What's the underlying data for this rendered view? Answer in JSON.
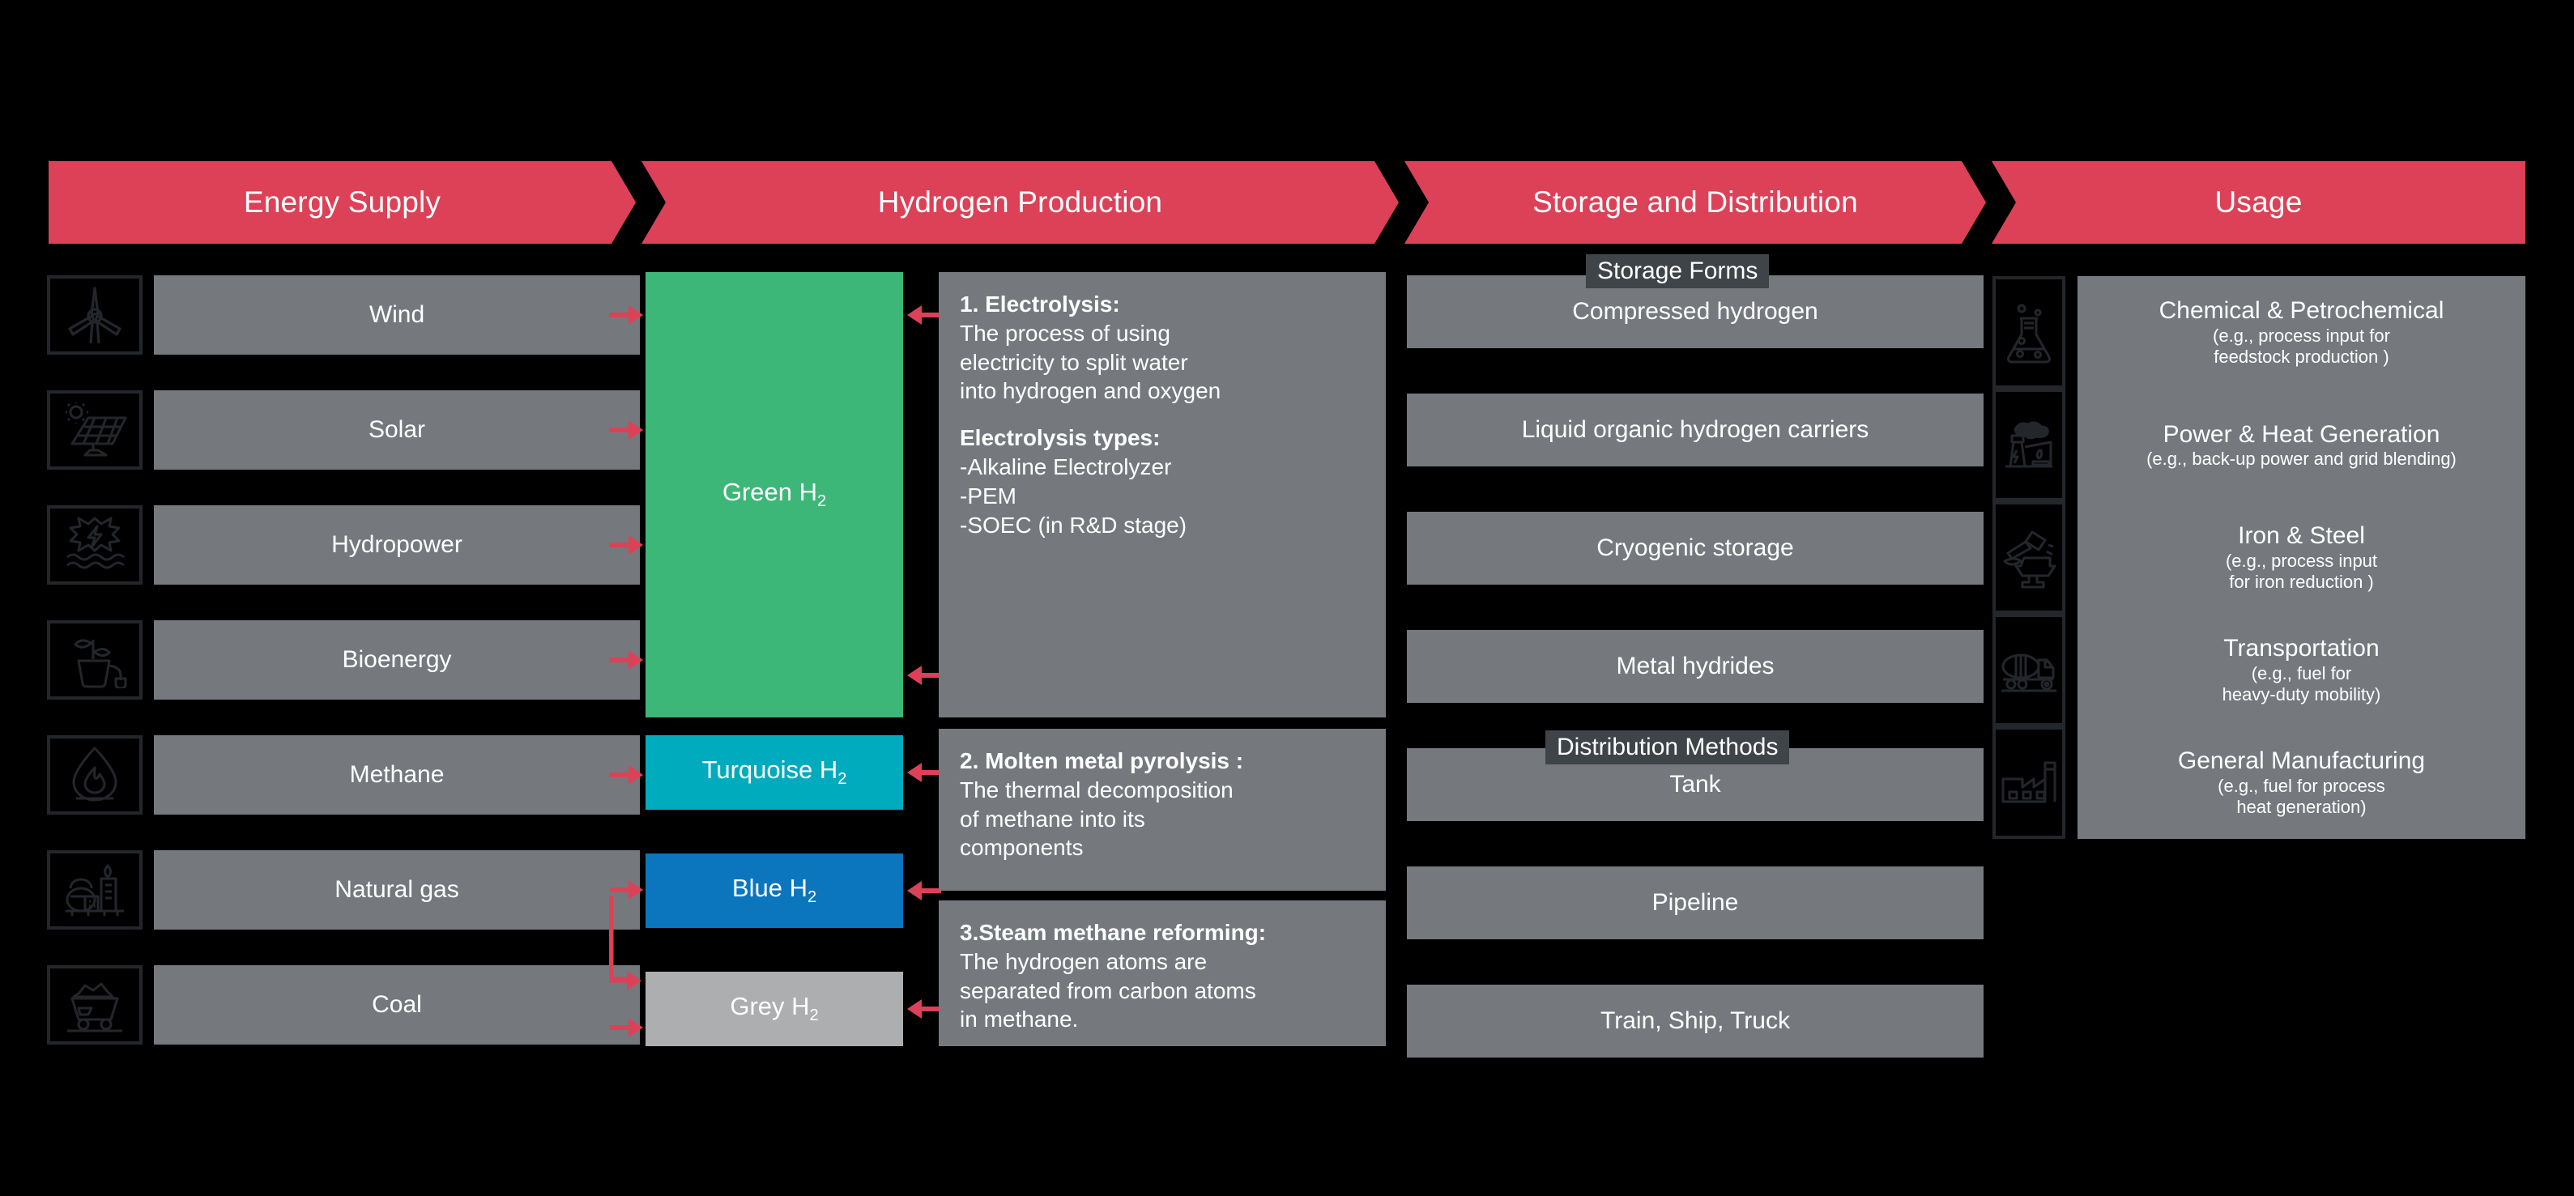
{
  "headers": [
    {
      "label": "Energy Supply"
    },
    {
      "label": "Hydrogen Production"
    },
    {
      "label": "Storage and Distribution"
    },
    {
      "label": "Usage"
    }
  ],
  "colors": {
    "accent_red": "#DC4158",
    "panel_grey": "#75797D",
    "tag_grey": "#3F4449",
    "green_h2": "#3DB778",
    "turquoise_h2": "#00ABBE",
    "blue_h2": "#0B76BE",
    "grey_h2": "#ACAEB0",
    "background": "#000000",
    "icon_stroke": "#23262B"
  },
  "energy_supply": {
    "items": [
      {
        "label": "Wind",
        "icon": "wind-turbine-icon"
      },
      {
        "label": "Solar",
        "icon": "solar-panel-icon"
      },
      {
        "label": "Hydropower",
        "icon": "hydropower-icon"
      },
      {
        "label": "Bioenergy",
        "icon": "bioenergy-plant-icon"
      },
      {
        "label": "Methane",
        "icon": "flame-icon"
      },
      {
        "label": "Natural gas",
        "icon": "gas-plant-icon"
      },
      {
        "label": "Coal",
        "icon": "coal-cart-icon"
      }
    ]
  },
  "hydrogen_production": {
    "types": [
      {
        "name": "Green H",
        "sub": "2",
        "color_key": "green_h2"
      },
      {
        "name": "Turquoise H",
        "sub": "2",
        "color_key": "turquoise_h2"
      },
      {
        "name": "Blue H",
        "sub": "2",
        "color_key": "blue_h2"
      },
      {
        "name": "Grey H",
        "sub": "2",
        "color_key": "grey_h2"
      }
    ],
    "panels": [
      {
        "title": "1. Electrolysis:",
        "body": [
          "The process of using",
          "electricity to split water",
          "into hydrogen and oxygen"
        ],
        "subtitle": "Electrolysis types:",
        "list": [
          "-Alkaline Electrolyzer",
          "-PEM",
          "-SOEC (in R&D stage)"
        ]
      },
      {
        "title": "2. Molten metal pyrolysis :",
        "body": [
          "The thermal decomposition",
          "of methane into its",
          "components"
        ]
      },
      {
        "title": "3.Steam methane reforming:",
        "body": [
          "The hydrogen atoms are",
          "separated from carbon atoms",
          "in methane."
        ]
      }
    ]
  },
  "storage_distribution": {
    "storage_label": "Storage Forms",
    "distribution_label": "Distribution Methods",
    "storage_items": [
      "Compressed hydrogen",
      "Liquid organic hydrogen carriers",
      "Cryogenic storage",
      "Metal hydrides"
    ],
    "distribution_items": [
      "Tank",
      "Pipeline",
      "Train, Ship, Truck"
    ]
  },
  "usage": {
    "items": [
      {
        "title": "Chemical & Petrochemical",
        "sub": [
          "(e.g., process input for",
          "feedstock production )"
        ],
        "icon": "flask-icon"
      },
      {
        "title": "Power & Heat Generation",
        "sub": [
          "(e.g., back-up power and grid blending)"
        ],
        "icon": "power-plant-icon"
      },
      {
        "title": "Iron & Steel",
        "sub": [
          "(e.g., process input",
          "for iron reduction )"
        ],
        "icon": "anvil-hammer-icon"
      },
      {
        "title": "Transportation",
        "sub": [
          "(e.g., fuel for",
          "heavy-duty mobility)"
        ],
        "icon": "tanker-truck-icon"
      },
      {
        "title": "General Manufacturing",
        "sub": [
          "(e.g., fuel for process",
          "heat generation)"
        ],
        "icon": "factory-icon"
      }
    ]
  }
}
